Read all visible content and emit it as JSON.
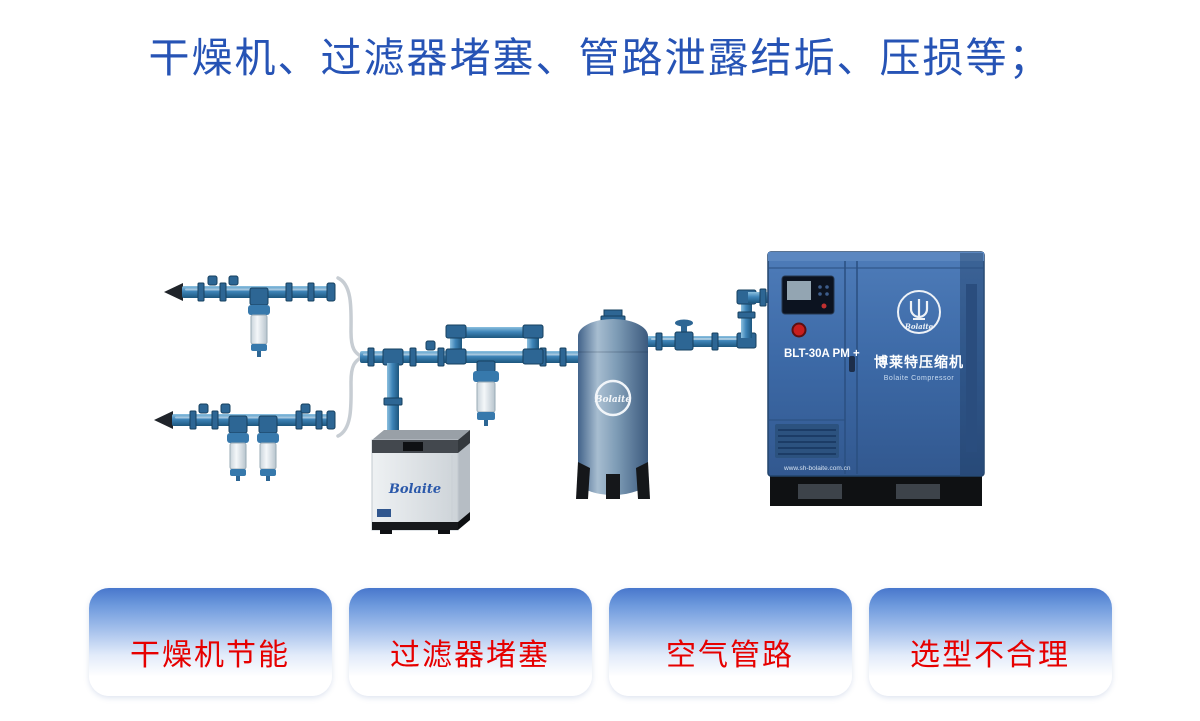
{
  "title": "干燥机、过滤器堵塞、管路泄露结垢、压损等；",
  "colors": {
    "title_blue": "#2653b5",
    "button_text_red": "#e60000",
    "pipe_blue": "#3e84b8",
    "compressor_blue": "#3a67a3"
  },
  "diagram": {
    "dryer": {
      "logo": "Bolaite"
    },
    "tank": {
      "logo": "Bolaite"
    },
    "compressor": {
      "model": "BLT-30A PM +",
      "brand": "博莱特压缩机",
      "brand_en": "Bolaite Compressor",
      "logo": "Bolaite",
      "website": "www.sh-bolaite.com.cn"
    }
  },
  "buttons": [
    {
      "label": "干燥机节能"
    },
    {
      "label": "过滤器堵塞"
    },
    {
      "label": "空气管路"
    },
    {
      "label": "选型不合理"
    }
  ]
}
